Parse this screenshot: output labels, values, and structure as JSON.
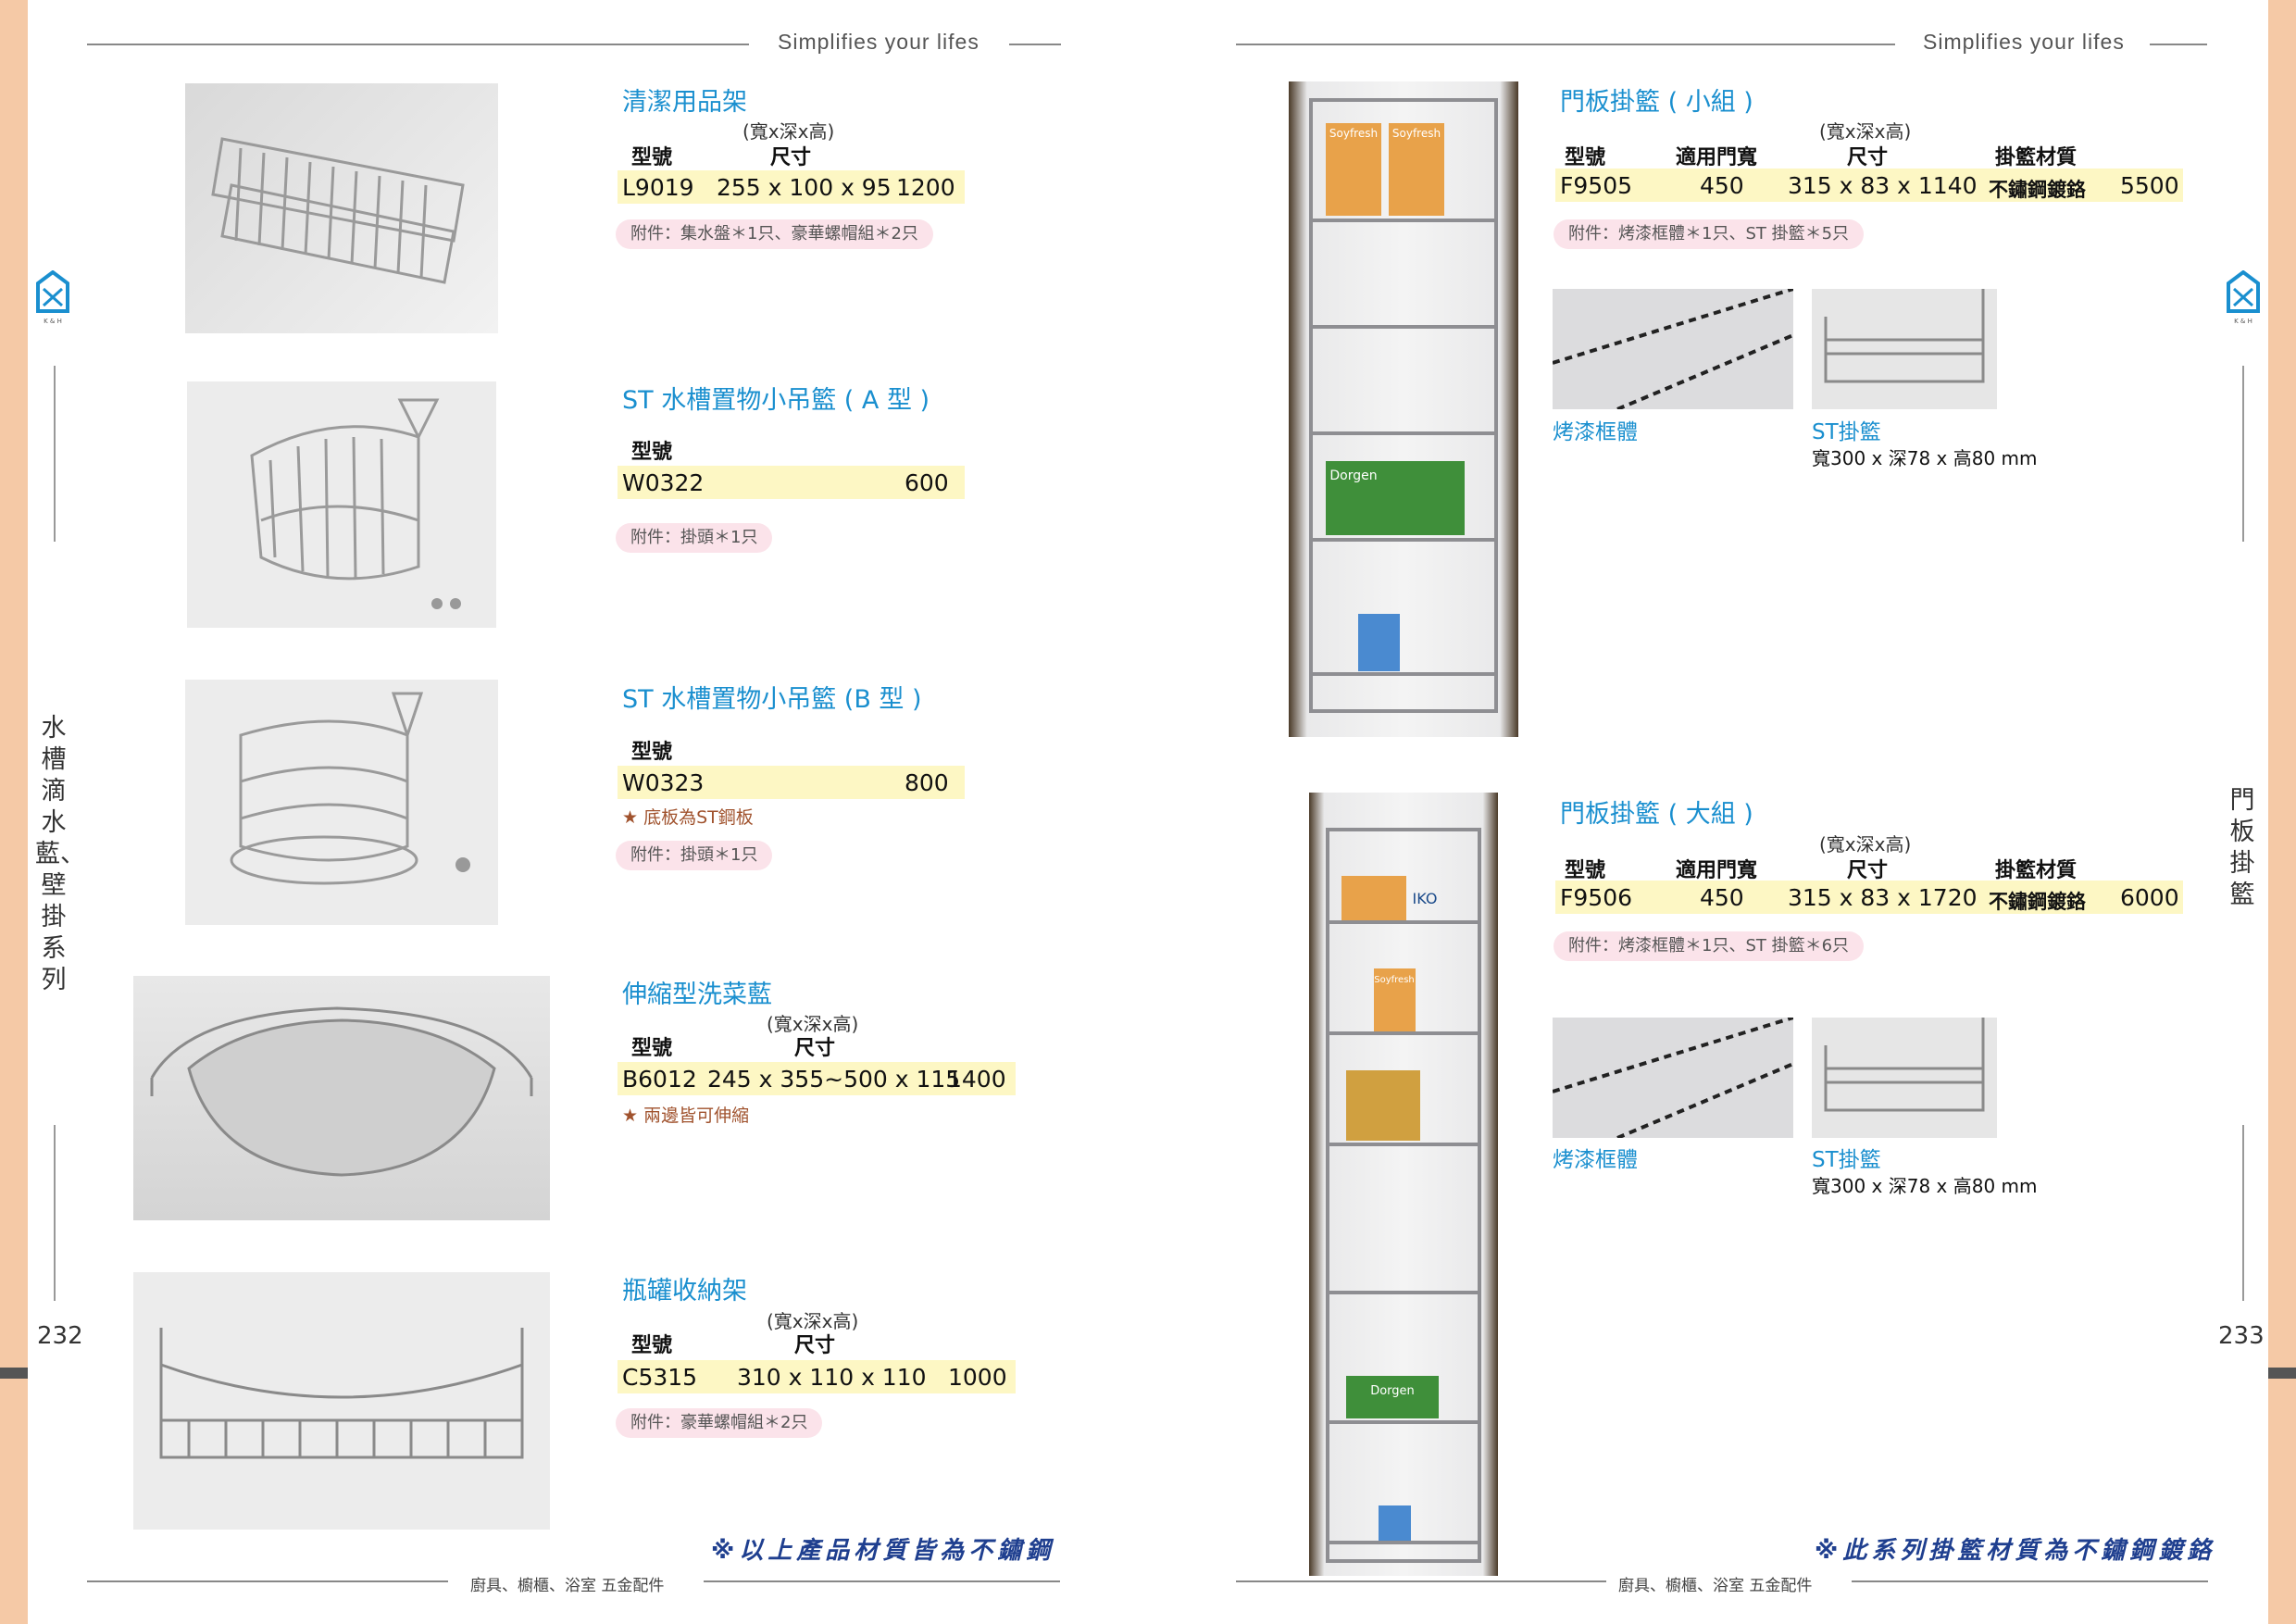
{
  "header": {
    "tagline": "Simplifies your lifes"
  },
  "footer": {
    "text": "廚具、櫥櫃、浴室 五金配件"
  },
  "left_page": {
    "page_number": "232",
    "vertical_title": "水槽滴水藍、壁掛系列",
    "brand_small": "K & H",
    "products": [
      {
        "title": "清潔用品架",
        "dim_note": "(寬x深x高)",
        "col_model": "型號",
        "col_size": "尺寸",
        "model": "L9019",
        "size": "255 x 100 x 95",
        "price": "1200",
        "accessory": "附件：集水盤＊1只、豪華螺帽組＊2只"
      },
      {
        "title": "ST 水槽置物小吊籃 ( A 型 )",
        "col_model": "型號",
        "model": "W0322",
        "price": "600",
        "accessory": "附件：掛頭＊1只"
      },
      {
        "title": "ST 水槽置物小吊籃 (B 型 )",
        "col_model": "型號",
        "model": "W0323",
        "price": "800",
        "star_note": "★ 底板為ST鋼板",
        "accessory": "附件：掛頭＊1只"
      },
      {
        "title": "伸縮型洗菜藍",
        "dim_note": "(寬x深x高)",
        "col_model": "型號",
        "col_size": "尺寸",
        "model": "B6012",
        "size": "245 x 355~500 x 115",
        "price": "1400",
        "star_note": "★ 兩邊皆可伸縮"
      },
      {
        "title": "瓶罐收納架",
        "dim_note": "(寬x深x高)",
        "col_model": "型號",
        "col_size": "尺寸",
        "model": "C5315",
        "size": "310 x 110 x 110",
        "price": "1000",
        "accessory": "附件：豪華螺帽組＊2只"
      }
    ],
    "bottom_note": "※以上產品材質皆為不鏽鋼"
  },
  "right_page": {
    "page_number": "233",
    "vertical_title": "門板掛籃",
    "brand_small": "K & H",
    "products": [
      {
        "title": "門板掛籃 ( 小組 )",
        "dim_note": "(寬x深x高)",
        "col_model": "型號",
        "col_door": "適用門寬",
        "col_size": "尺寸",
        "col_material": "掛籃材質",
        "model": "F9505",
        "door": "450",
        "size": "315 x 83 x 1140",
        "material": "不鏽鋼鍍鉻",
        "price": "5500",
        "accessory": "附件：烤漆框體＊1只、ST 掛籃＊5只",
        "frame_label": "烤漆框體",
        "basket_label": "ST掛籃",
        "basket_dim": "寬300 x 深78 x 高80 mm",
        "photo_texts": [
          "Soyfresh",
          "Soyfresh",
          "Dorgen"
        ]
      },
      {
        "title": "門板掛籃 ( 大組 )",
        "dim_note": "(寬x深x高)",
        "col_model": "型號",
        "col_door": "適用門寬",
        "col_size": "尺寸",
        "col_material": "掛籃材質",
        "model": "F9506",
        "door": "450",
        "size": "315 x 83 x 1720",
        "material": "不鏽鋼鍍鉻",
        "price": "6000",
        "accessory": "附件：烤漆框體＊1只、ST 掛籃＊6只",
        "frame_label": "烤漆框體",
        "basket_label": "ST掛籃",
        "basket_dim": "寬300 x 深78 x 高80 mm",
        "photo_texts": [
          "IKO",
          "Soyfresh",
          "Dorgen"
        ]
      }
    ],
    "bottom_note": "※此系列掛籃材質為不鏽鋼鍍鉻"
  }
}
